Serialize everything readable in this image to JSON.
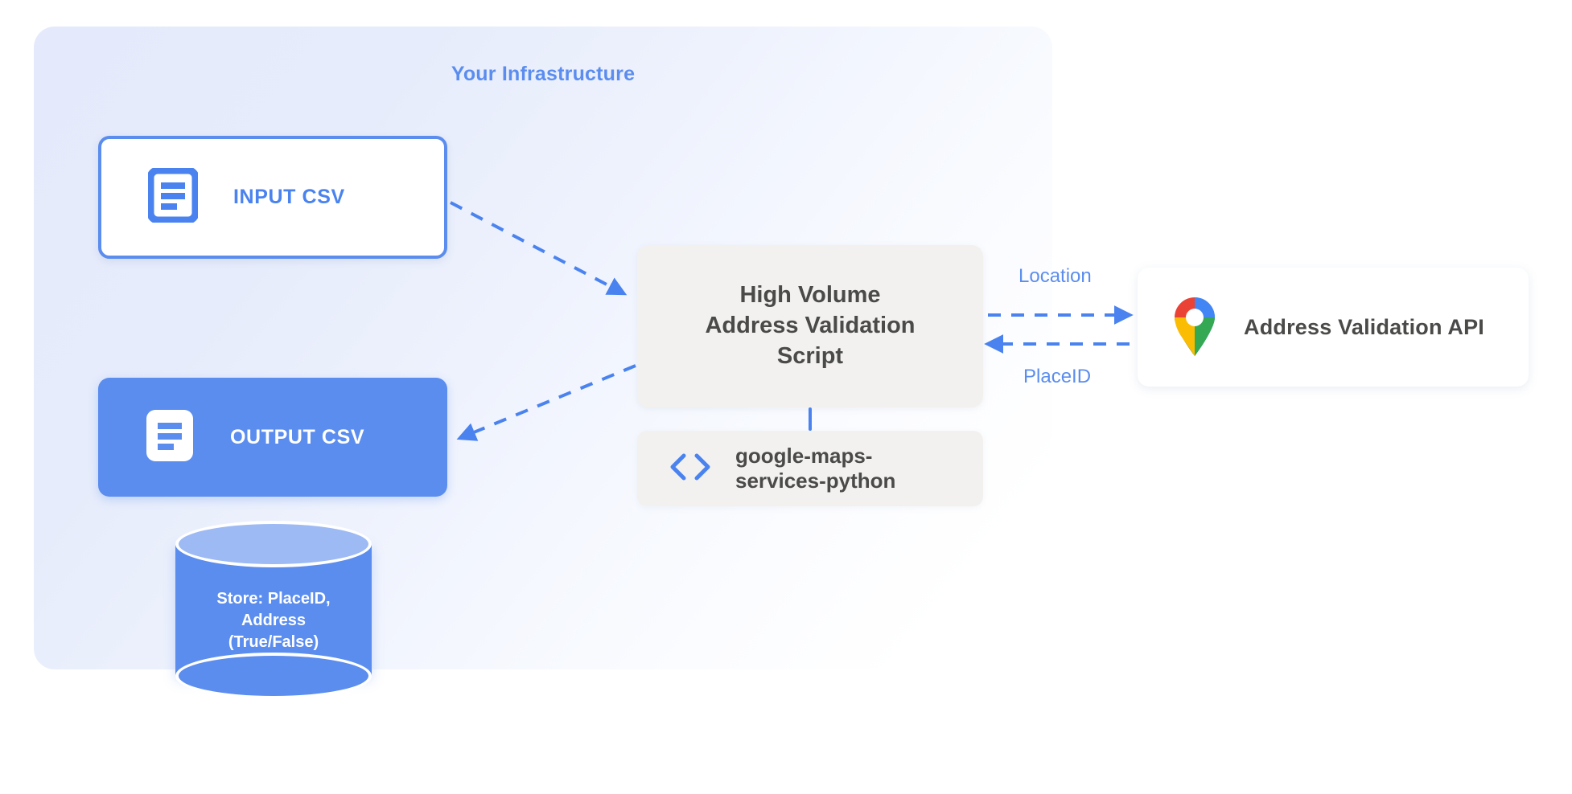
{
  "diagram": {
    "panel": {
      "title": "Your Infrastructure",
      "accent_color": "#5b8def"
    },
    "nodes": {
      "input_csv": {
        "label": "INPUT CSV",
        "icon": "document-icon",
        "style": "outlined",
        "border_color": "#5b8def",
        "text_color": "#4a83ef",
        "background": "#ffffff"
      },
      "output_csv": {
        "label": "OUTPUT CSV",
        "icon": "document-icon",
        "style": "filled",
        "background": "#5b8def",
        "text_color": "#ffffff"
      },
      "script": {
        "line1": "High Volume",
        "line2": "Address Validation",
        "line3": "Script",
        "background": "#f2f1ef",
        "text_color": "#4a4a48"
      },
      "library": {
        "line1": "google-maps-",
        "line2": "services-python",
        "icon": "code-brackets-icon",
        "icon_color": "#4a83ef",
        "background": "#f2f1ef",
        "text_color": "#4a4a48"
      },
      "api": {
        "label": "Address Validation API",
        "icon": "google-maps-pin-icon",
        "background": "#ffffff",
        "text_color": "#4a4a48"
      },
      "database": {
        "line1": "Store: PlaceID,",
        "line2": "Address",
        "line3": "(True/False)",
        "body_color": "#5b8def",
        "top_color": "#9dbaf4",
        "text_color": "#ffffff"
      }
    },
    "edges": [
      {
        "name": "input-to-script",
        "from": "input_csv",
        "to": "script",
        "label": "",
        "style": "dashed",
        "color": "#4a83ef",
        "direction": "forward"
      },
      {
        "name": "script-to-output",
        "from": "script",
        "to": "output_csv",
        "label": "",
        "style": "dashed",
        "color": "#4a83ef",
        "direction": "forward"
      },
      {
        "name": "script-to-api",
        "from": "script",
        "to": "api",
        "label": "Location",
        "style": "dashed",
        "color": "#4a83ef",
        "direction": "forward"
      },
      {
        "name": "api-to-script",
        "from": "api",
        "to": "script",
        "label": "PlaceID",
        "style": "dashed",
        "color": "#4a83ef",
        "direction": "backward"
      },
      {
        "name": "script-to-library",
        "from": "script",
        "to": "library",
        "label": "",
        "style": "solid",
        "color": "#4a83ef",
        "direction": "none"
      }
    ],
    "edge_labels": {
      "location": "Location",
      "placeid": "PlaceID"
    }
  }
}
